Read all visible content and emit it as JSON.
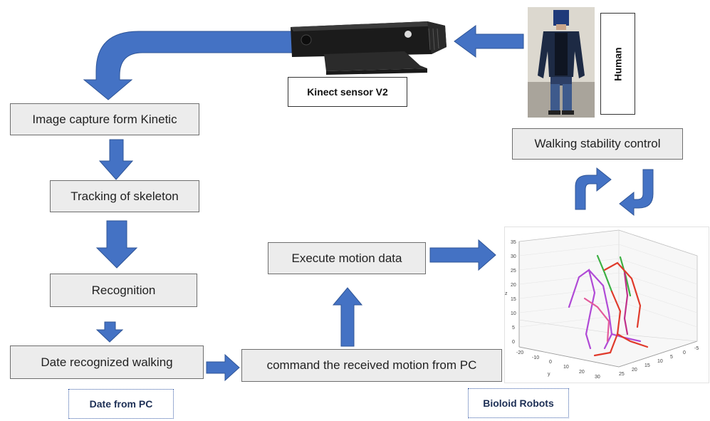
{
  "diagram": {
    "colors": {
      "arrow": "#4472c4",
      "arrow_stroke": "#2f5597",
      "box_fill": "#ececec"
    },
    "kinect_label": "Kinect sensor V2",
    "human_label": "Human",
    "steps": [
      "Image capture form Kinetic",
      "Tracking of skeleton",
      "Recognition",
      "Date recognized walking"
    ],
    "command_label": "command the received motion from PC",
    "execute_label": "Execute motion data",
    "stability_label": "Walking stability control",
    "date_from_pc_label": "Date from PC",
    "bioloid_label": "Bioloid Robots",
    "plot_axis_z": "z",
    "plot_axis_y": "y",
    "plot_z_ticks": [
      "35",
      "30",
      "25",
      "20",
      "15",
      "10",
      "5",
      "0"
    ],
    "plot_x_ticks": [
      "-20",
      "-10",
      "0",
      "10",
      "20",
      "30"
    ],
    "plot_y_ticks": [
      "25",
      "20",
      "15",
      "10",
      "5",
      "0",
      "-5"
    ]
  }
}
